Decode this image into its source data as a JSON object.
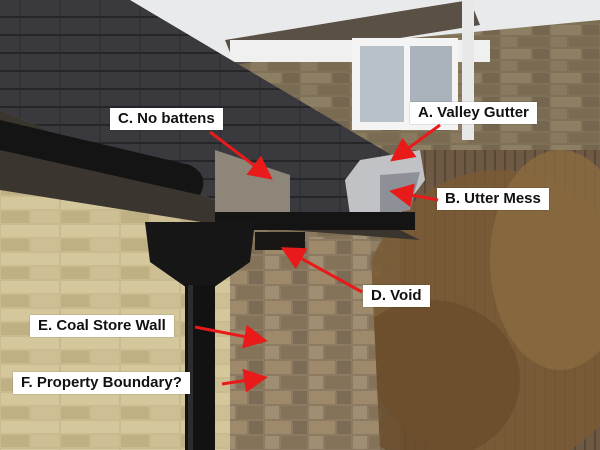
{
  "annotations": [
    {
      "id": "a",
      "text": "A. Valley Gutter"
    },
    {
      "id": "b",
      "text": "B. Utter Mess"
    },
    {
      "id": "c",
      "text": "C. No battens"
    },
    {
      "id": "d",
      "text": "D. Void"
    },
    {
      "id": "e",
      "text": "E. Coal Store Wall"
    },
    {
      "id": "f",
      "text": "F. Property Boundary?"
    }
  ],
  "colors": {
    "arrow": "#e81a1a",
    "label_bg": "#ffffff",
    "label_text": "#111111"
  }
}
